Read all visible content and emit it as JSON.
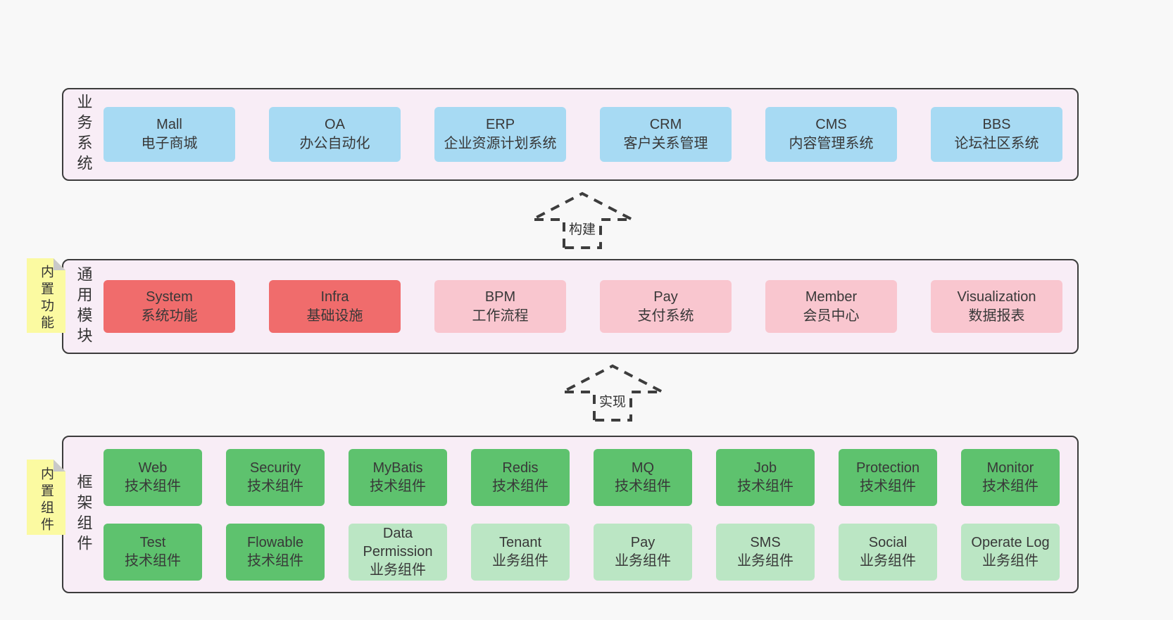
{
  "colors": {
    "page_bg": "#f8f8f8",
    "section_bg": "#f8edf6",
    "section_border": "#3c3c3c",
    "blue": "#a7daf3",
    "red": "#f06c6c",
    "pink": "#f9c6cf",
    "green_dark": "#5ec26e",
    "green_light": "#bbe6c4",
    "sticky_yellow": "#fbfaa1",
    "sticky_fold": "#c9c9c9",
    "arrow": "#3d3d3d",
    "text": "#383838"
  },
  "business": {
    "label": "业务系统",
    "items": [
      {
        "name": "Mall",
        "desc": "电子商城"
      },
      {
        "name": "OA",
        "desc": "办公自动化"
      },
      {
        "name": "ERP",
        "desc": "企业资源计划系统"
      },
      {
        "name": "CRM",
        "desc": "客户关系管理"
      },
      {
        "name": "CMS",
        "desc": "内容管理系统"
      },
      {
        "name": "BBS",
        "desc": "论坛社区系统"
      }
    ]
  },
  "build_arrow": {
    "label": "构建"
  },
  "modules": {
    "label": "通用模块",
    "sticky": "内置功能",
    "items": [
      {
        "name": "System",
        "desc": "系统功能"
      },
      {
        "name": "Infra",
        "desc": "基础设施"
      },
      {
        "name": "BPM",
        "desc": "工作流程"
      },
      {
        "name": "Pay",
        "desc": "支付系统"
      },
      {
        "name": "Member",
        "desc": "会员中心"
      },
      {
        "name": "Visualization",
        "desc": "数据报表"
      }
    ]
  },
  "implement_arrow": {
    "label": "实现"
  },
  "framework": {
    "label": "框架组件",
    "sticky": "内置组件",
    "row1": [
      {
        "name": "Web",
        "desc": "技术组件"
      },
      {
        "name": "Security",
        "desc": "技术组件"
      },
      {
        "name": "MyBatis",
        "desc": "技术组件"
      },
      {
        "name": "Redis",
        "desc": "技术组件"
      },
      {
        "name": "MQ",
        "desc": "技术组件"
      },
      {
        "name": "Job",
        "desc": "技术组件"
      },
      {
        "name": "Protection",
        "desc": "技术组件"
      },
      {
        "name": "Monitor",
        "desc": "技术组件"
      }
    ],
    "row2": [
      {
        "name": "Test",
        "desc": "技术组件"
      },
      {
        "name": "Flowable",
        "desc": "技术组件"
      },
      {
        "name": "Data Permission",
        "desc": "业务组件"
      },
      {
        "name": "Tenant",
        "desc": "业务组件"
      },
      {
        "name": "Pay",
        "desc": "业务组件"
      },
      {
        "name": "SMS",
        "desc": "业务组件"
      },
      {
        "name": "Social",
        "desc": "业务组件"
      },
      {
        "name": "Operate Log",
        "desc": "业务组件"
      }
    ]
  }
}
